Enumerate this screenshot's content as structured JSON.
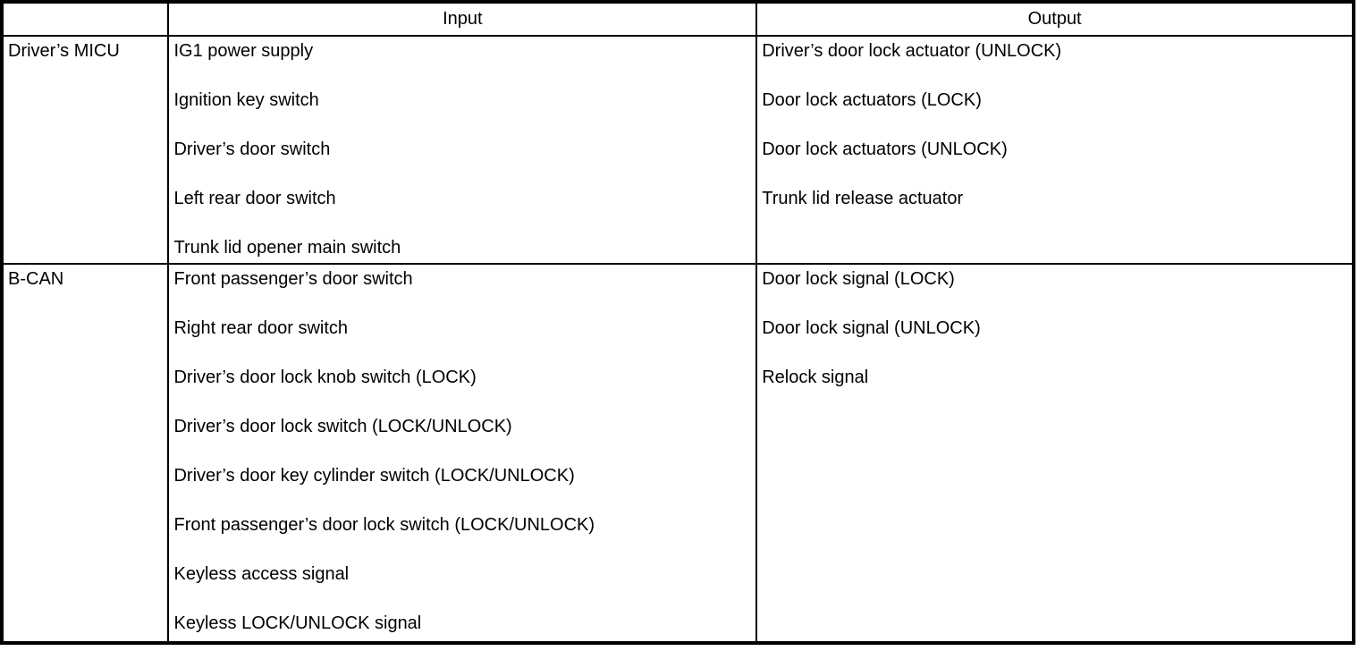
{
  "colors": {
    "border": "#000000",
    "background": "#ffffff",
    "text": "#000000"
  },
  "table": {
    "headers": {
      "source": "",
      "input": "Input",
      "output": "Output"
    },
    "rows": [
      {
        "source": "Driver’s MICU",
        "inputs": [
          "IG1 power supply",
          "Ignition key switch",
          "Driver’s door switch",
          "Left rear door switch",
          "Trunk lid opener main switch"
        ],
        "outputs": [
          "Driver’s door lock actuator (UNLOCK)",
          "Door lock actuators (LOCK)",
          "Door lock actuators (UNLOCK)",
          "Trunk lid release actuator"
        ]
      },
      {
        "source": "B-CAN",
        "inputs": [
          "Front passenger’s door switch",
          "Right rear door switch",
          "Driver’s door lock knob switch (LOCK)",
          "Driver’s door lock switch (LOCK/UNLOCK)",
          "Driver’s door key cylinder switch (LOCK/UNLOCK)",
          "Front passenger’s door lock switch (LOCK/UNLOCK)",
          "Keyless access signal",
          "Keyless LOCK/UNLOCK signal"
        ],
        "outputs": [
          "Door lock signal (LOCK)",
          "Door lock signal (UNLOCK)",
          "Relock signal"
        ]
      }
    ]
  }
}
